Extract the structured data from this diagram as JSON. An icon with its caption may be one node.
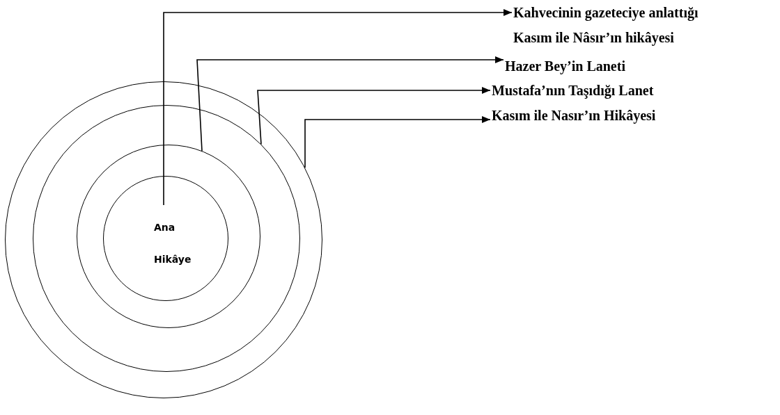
{
  "diagram": {
    "nodes": [
      {
        "text": [],
        "shape": "circle"
      },
      {
        "text": [],
        "shape": "circle",
        "in": 0
      },
      {
        "text": [],
        "shape": "circle",
        "in": 1
      },
      {
        "text": [
          "Ana Hikâye"
        ],
        "in": 2
      },
      {
        "text": [
          "Kahvecinin gazeteciye anlattığı Kasım ile Nâsır’ın hikâyesi"
        ]
      },
      {
        "text": [
          "Hazer Bey’in Laneti"
        ]
      },
      {
        "text": [
          "Mustafa’nın Taşıdığı Lanet"
        ]
      },
      {
        "text": [
          "Kasım ile Nasır’ın Hikâyesi"
        ]
      }
    ],
    "edges": [
      {
        "from": 3,
        "to": 4,
        "arrow": "to"
      },
      {
        "from": 2,
        "to": 5,
        "arrow": "to"
      },
      {
        "from": 1,
        "to": 6,
        "arrow": "to"
      },
      {
        "from": 0,
        "to": 7,
        "arrow": "to"
      }
    ]
  }
}
